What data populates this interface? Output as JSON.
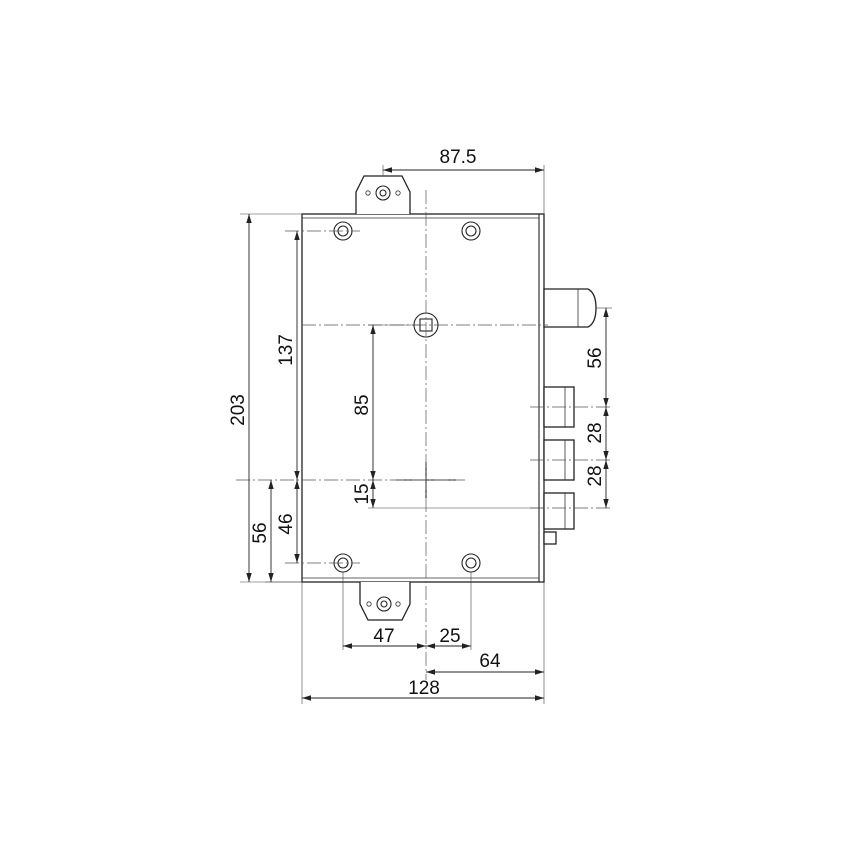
{
  "dimensions": {
    "top_width": "87.5",
    "total_height": "203",
    "fixing_hole_spacing_vertical": "137",
    "handle_to_cylinder": "85",
    "cylinder_offset": "15",
    "bottom_hole_to_cylinder": "46",
    "bottom_edge_to_cylinder": "56",
    "bolt_spacing_top": "56",
    "bolt_spacing_mid": "28",
    "bolt_spacing_low": "28",
    "bottom_hole_to_center": "47",
    "center_to_hole": "25",
    "backset": "64",
    "total_width": "128"
  },
  "colors": {
    "line": "#222222",
    "background": "#ffffff"
  }
}
